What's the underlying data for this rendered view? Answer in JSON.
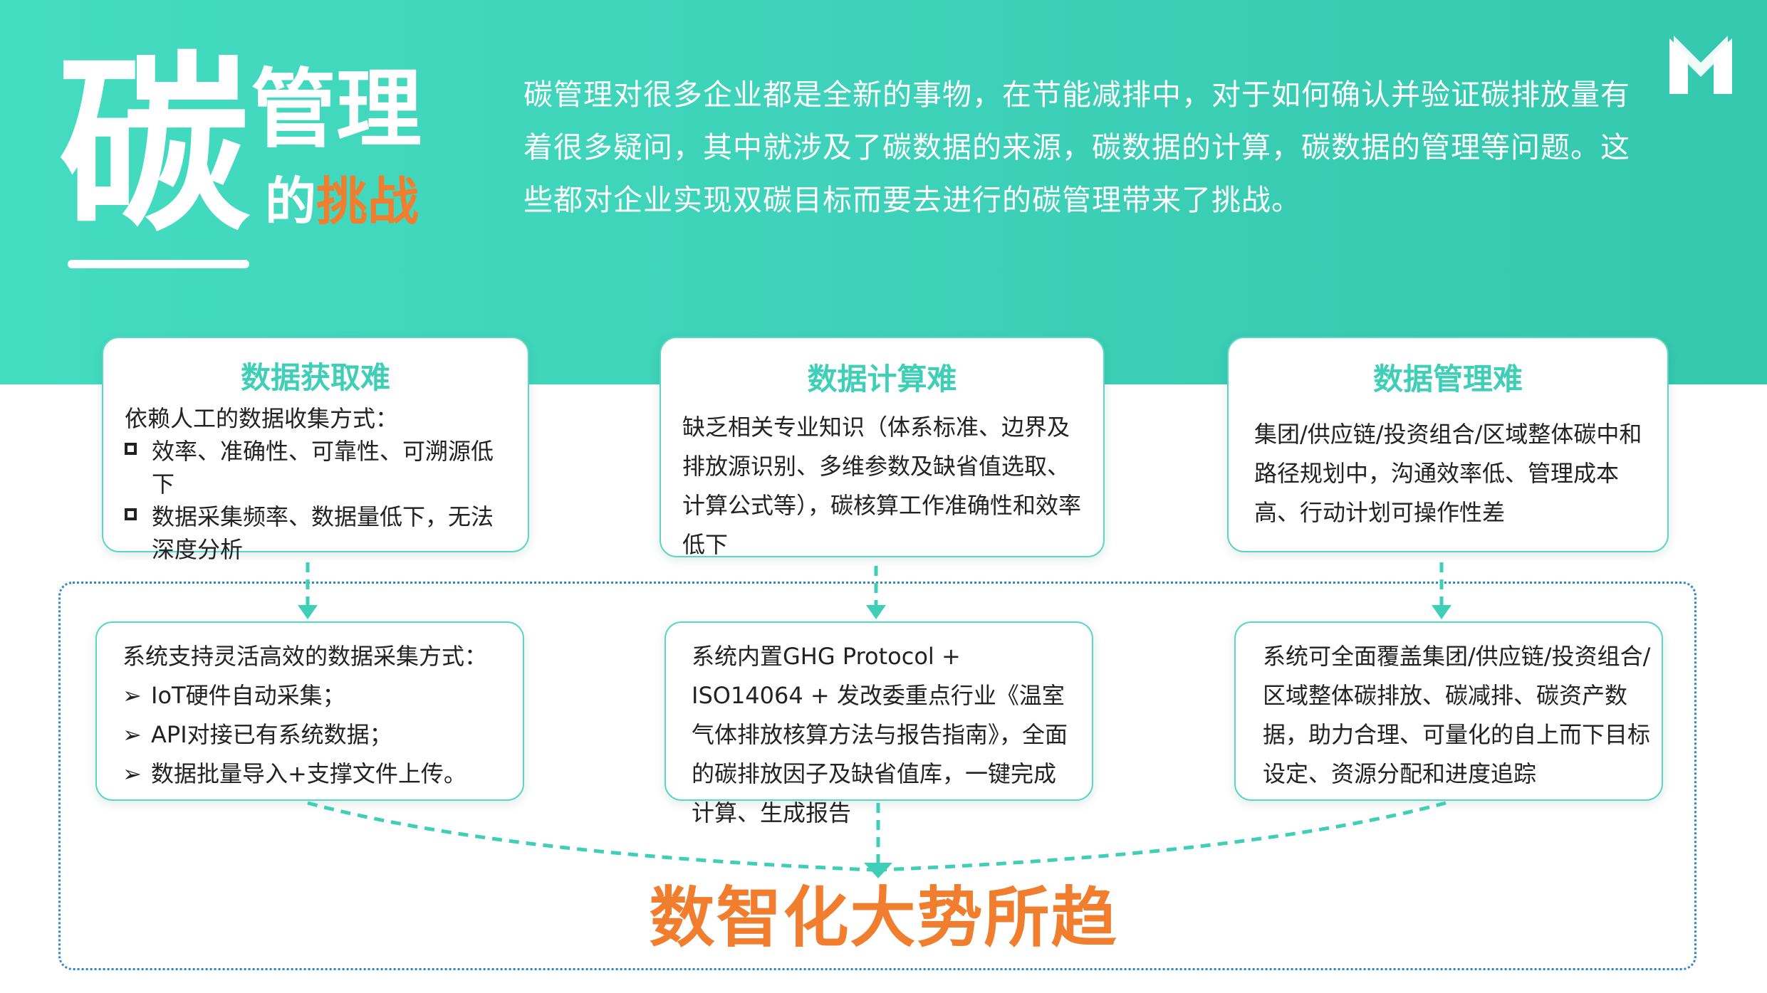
{
  "header": {
    "title_big": "碳",
    "title_mid": "管理",
    "title_small_prefix": "的",
    "title_small_accent": "挑战",
    "intro": "碳管理对很多企业都是全新的事物，在节能减排中，对于如何确认并验证碳排放量有着很多疑问，其中就涉及了碳数据的来源，碳数据的计算，碳数据的管理等问题。这些都对企业实现双碳目标而要去进行的碳管理带来了挑战。"
  },
  "colors": {
    "banner": "#3dd2b9",
    "accent_orange": "#f07e2e",
    "card_title": "#3fcfb6",
    "dotted_border": "#2e88c4"
  },
  "challenges": [
    {
      "title": "数据获取难",
      "intro": "依赖人工的数据收集方式：",
      "items": [
        "效率、准确性、可靠性、可溯源低下",
        "数据采集频率、数据量低下，无法深度分析"
      ]
    },
    {
      "title": "数据计算难",
      "text": "缺乏相关专业知识（体系标准、边界及排放源识别、多维参数及缺省值选取、计算公式等），碳核算工作准确性和效率低下"
    },
    {
      "title": "数据管理难",
      "text": "集团/供应链/投资组合/区域整体碳中和路径规划中，沟通效率低、管理成本高、行动计划可操作性差"
    }
  ],
  "solutions": [
    {
      "intro": "系统支持灵活高效的数据采集方式：",
      "items": [
        "IoT硬件自动采集；",
        "API对接已有系统数据；",
        "数据批量导入+支撑文件上传。"
      ]
    },
    {
      "text": "系统内置GHG Protocol + ISO14064 + 发改委重点行业《温室气体排放核算方法与报告指南》，全面的碳排放因子及缺省值库，一键完成计算、生成报告"
    },
    {
      "text": "系统可全面覆盖集团/供应链/投资组合/区域整体碳排放、碳减排、碳资产数据，助力合理、可量化的自上而下目标设定、资源分配和进度追踪"
    }
  ],
  "conclusion": "数智化大势所趋",
  "icons": {
    "logo": "m-logo-icon",
    "bullet_square": "square-bullet-icon",
    "bullet_arrow": "arrow-bullet-icon"
  }
}
